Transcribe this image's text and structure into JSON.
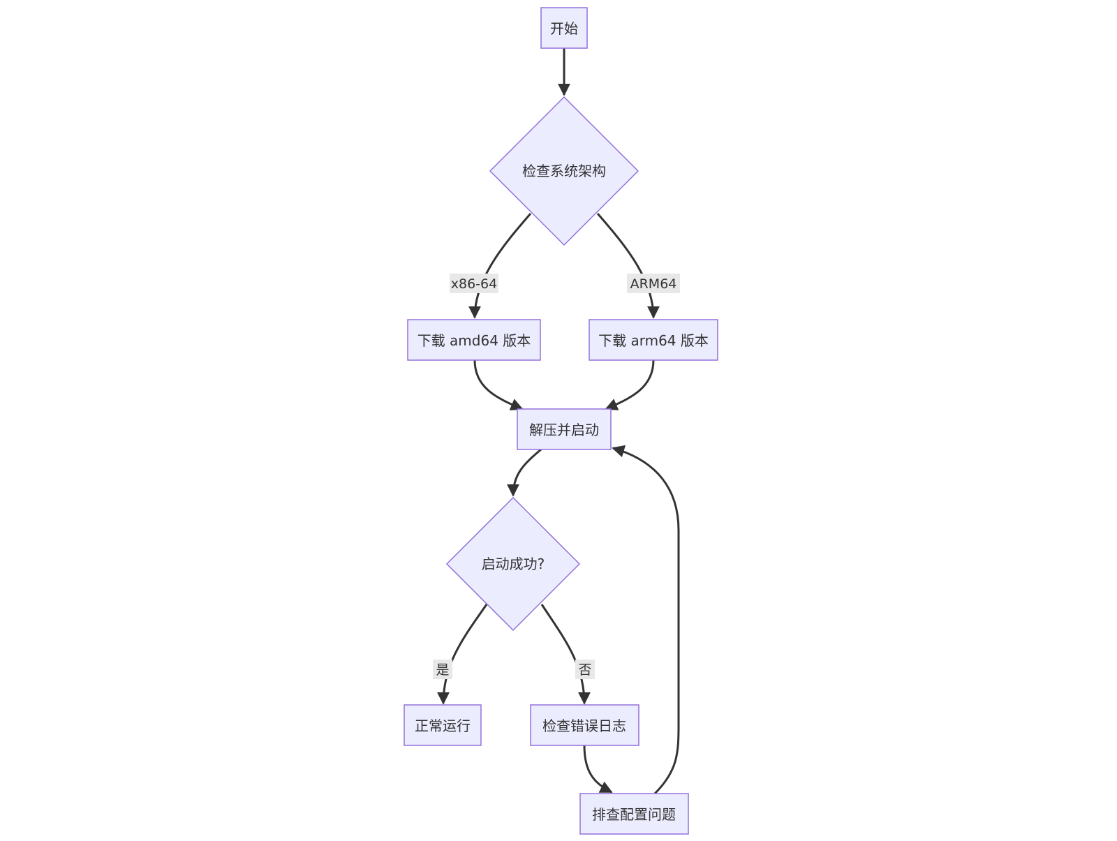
{
  "diagram": {
    "colors": {
      "node_fill": "#ECECFF",
      "node_stroke": "#9370DB",
      "edge": "#333333",
      "label_bg": "#E8E8E8",
      "text": "#333333"
    },
    "nodes": {
      "start": "开始",
      "check_arch": "检查系统架构",
      "dl_amd64": "下载 amd64 版本",
      "dl_arm64": "下载 arm64 版本",
      "extract": "解压并启动",
      "started_ok": "启动成功?",
      "running": "正常运行",
      "check_log": "检查错误日志",
      "troubleshoot": "排查配置问题"
    },
    "edge_labels": {
      "x86": "x86-64",
      "arm": "ARM64",
      "yes": "是",
      "no": "否"
    }
  }
}
